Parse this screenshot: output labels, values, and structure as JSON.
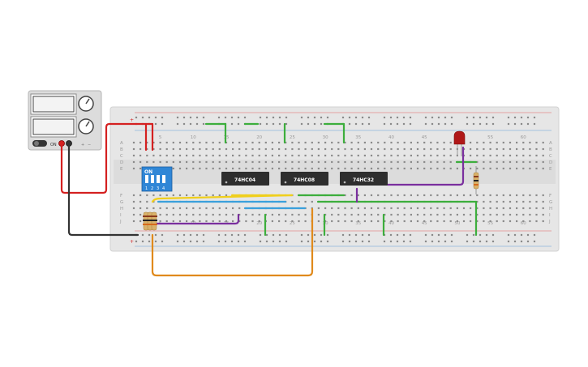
{
  "power_supply": {
    "label_on": "ON",
    "label_plus": "+",
    "label_minus": "−"
  },
  "breadboard": {
    "column_numbers": [
      "5",
      "10",
      "15",
      "20",
      "25",
      "30",
      "35",
      "40",
      "45",
      "50",
      "55",
      "60"
    ],
    "row_letters_top": [
      "A",
      "B",
      "C",
      "D",
      "E"
    ],
    "row_letters_bottom": [
      "F",
      "G",
      "H",
      "I",
      "J"
    ],
    "rail_plus": "+",
    "rail_minus": "−"
  },
  "components": {
    "dip_switch": {
      "on_label": "ON",
      "positions": [
        "1",
        "2",
        "3",
        "4"
      ]
    },
    "ic_1": {
      "label": "74HC04"
    },
    "ic_2": {
      "label": "74HC08"
    },
    "ic_3": {
      "label": "74HC32"
    },
    "led": {
      "color": "#b01818"
    }
  },
  "colors": {
    "wire_red": "#d42020",
    "wire_black": "#333333",
    "wire_green": "#3cae3c",
    "wire_purple": "#7a2f9e",
    "wire_yellow": "#f0cf1c",
    "wire_blue": "#3aa0dc",
    "wire_orange": "#e08a1c",
    "dip_blue": "#2f86d6",
    "ic_body": "#2e2e2e",
    "board": "#e6e6e6"
  }
}
